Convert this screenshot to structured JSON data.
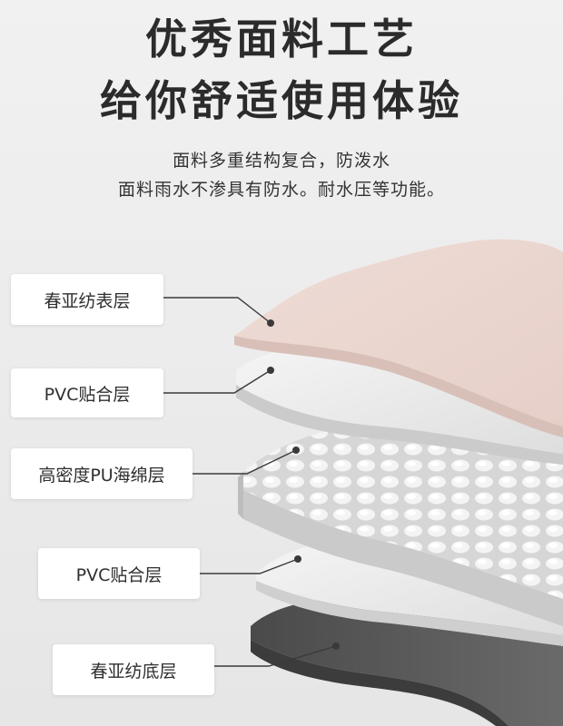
{
  "header": {
    "title_line1": "优秀面料工艺",
    "title_line2": "给你舒适使用体验",
    "desc_line1": "面料多重结构复合，防泼水",
    "desc_line2": "面料雨水不渗具有防水。耐水压等功能。"
  },
  "layers": [
    {
      "label": "春亚纺表层",
      "color": "#ecd6d0"
    },
    {
      "label": "PVC贴合层",
      "color": "#ededed"
    },
    {
      "label": "高密度PU海绵层",
      "color": "#d9d9d9"
    },
    {
      "label": "PVC贴合层",
      "color": "#e8e8e8"
    },
    {
      "label": "春亚纺底层",
      "color": "#555555"
    }
  ],
  "colors": {
    "background": "#ececec",
    "title": "#2b2b2b",
    "leader_line": "#3a3a3a",
    "label_box": "#ffffff"
  }
}
